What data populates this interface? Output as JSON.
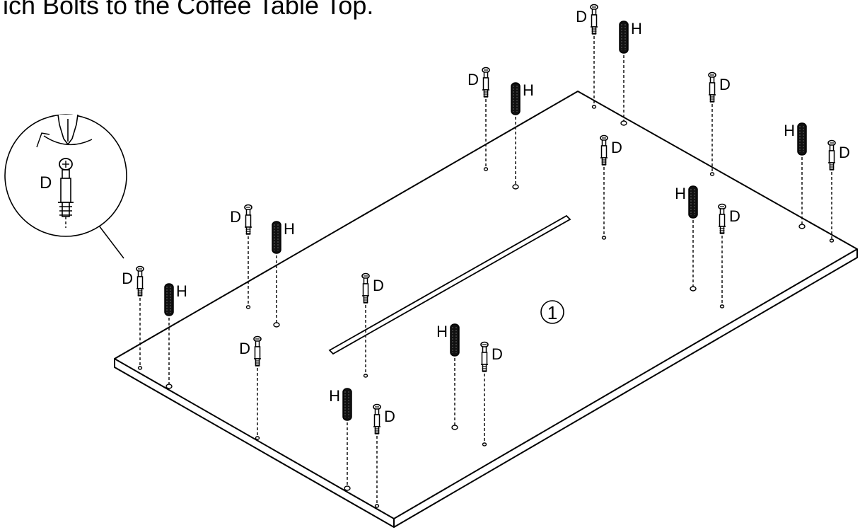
{
  "caption": "ich Bolts to the Coffee Table Top.",
  "panel_number": "1",
  "labels": {
    "bolt": "D",
    "dowel": "H"
  },
  "detail_inset": {
    "label": "D",
    "icons": [
      "screwdriver-icon",
      "rotation-arrow-icon",
      "bolt-icon"
    ]
  },
  "icons": [
    "bolt-icon",
    "dowel-icon",
    "screwdriver-icon",
    "rotation-arrow-icon"
  ],
  "colors": {
    "line": "#000000",
    "background": "#ffffff"
  }
}
